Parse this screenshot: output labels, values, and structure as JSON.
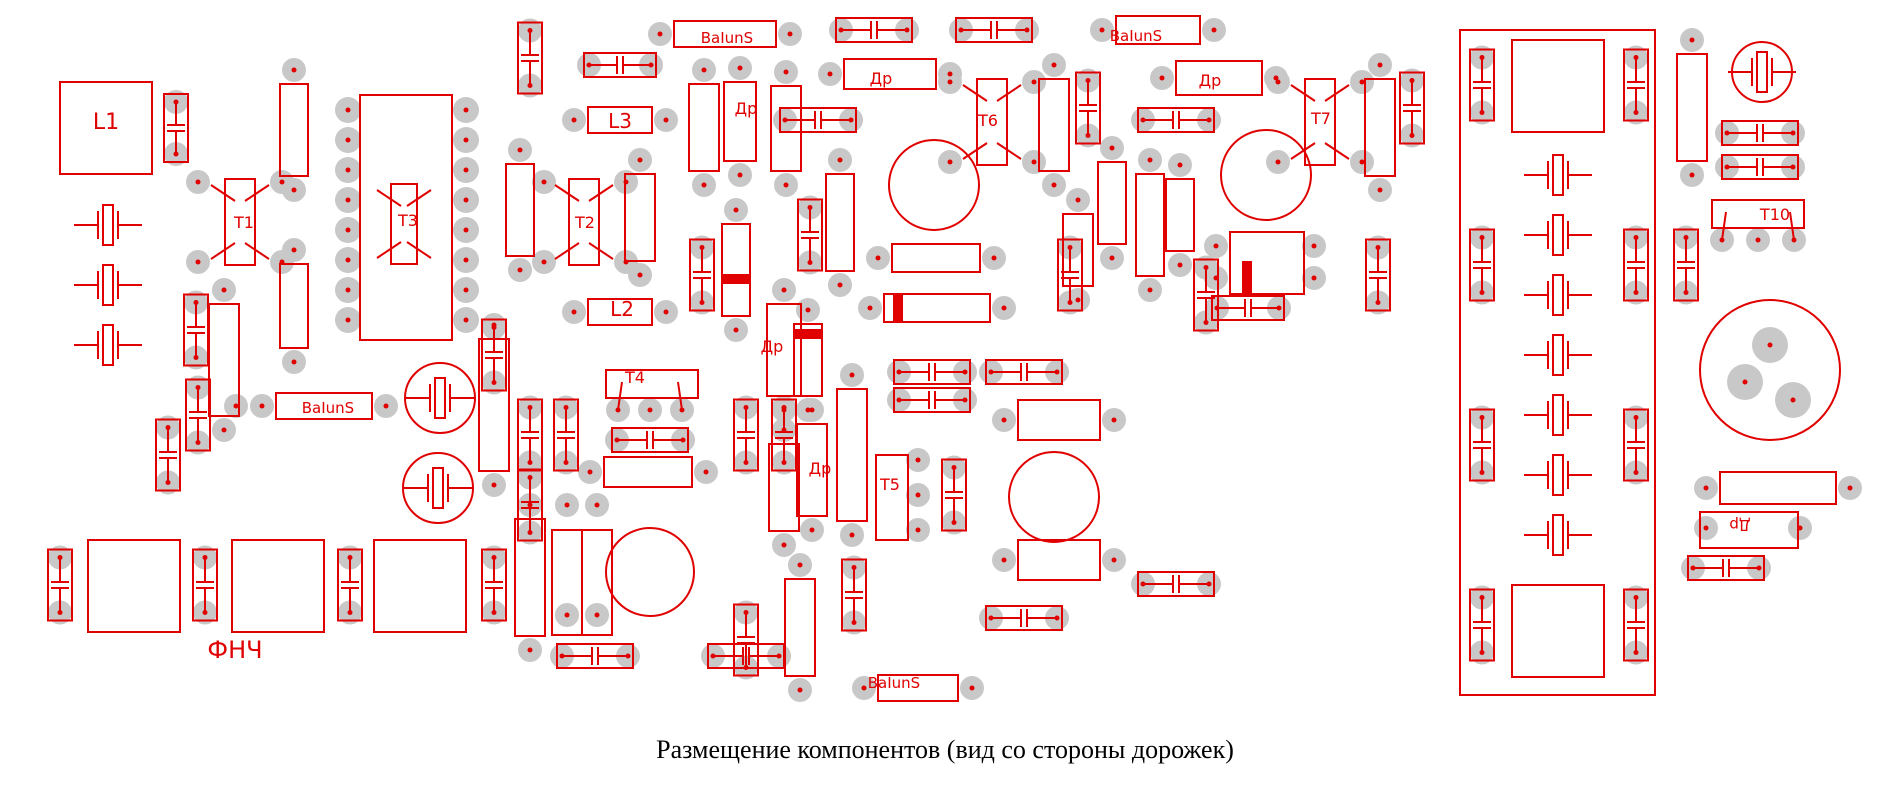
{
  "diagram": {
    "caption": "Размещение компонентов (вид со стороны дорожек)",
    "colors": {
      "trace": "#e00000",
      "pad": "#c8c8c8",
      "background": "#ffffff",
      "text": "#000000"
    },
    "labels": {
      "L1": "L1",
      "L2": "L2",
      "L3": "L3",
      "T1": "T1",
      "T2": "T2",
      "T3": "T3",
      "T4": "T4",
      "T5": "T5",
      "T6": "T6",
      "T7": "T7",
      "T10": "T10",
      "balun": "BaIunS",
      "choke": "Др",
      "filter": "ФНЧ"
    }
  }
}
